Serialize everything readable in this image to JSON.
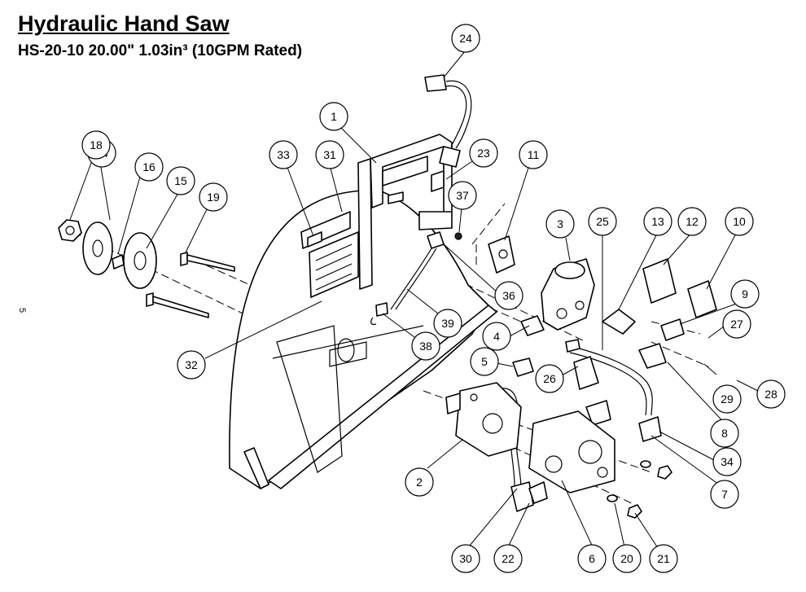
{
  "title": "Hydraulic Hand Saw",
  "subtitle": "HS-20-10  20.00\" 1.03in³ (10GPM Rated)",
  "page_number": "5",
  "callouts": [
    "1",
    "2",
    "3",
    "4",
    "5",
    "6",
    "7",
    "8",
    "9",
    "10",
    "11",
    "12",
    "13",
    "14",
    "15",
    "16",
    "18",
    "19",
    "20",
    "21",
    "22",
    "23",
    "24",
    "25",
    "26",
    "27",
    "28",
    "29",
    "30",
    "31",
    "32",
    "33",
    "34",
    "36",
    "37",
    "38",
    "39"
  ],
  "icons": {
    "guard": "saw-blade-guard-icon",
    "motor": "hydraulic-motor-icon",
    "valve": "valve-block-icon",
    "pump": "gear-pump-icon"
  }
}
